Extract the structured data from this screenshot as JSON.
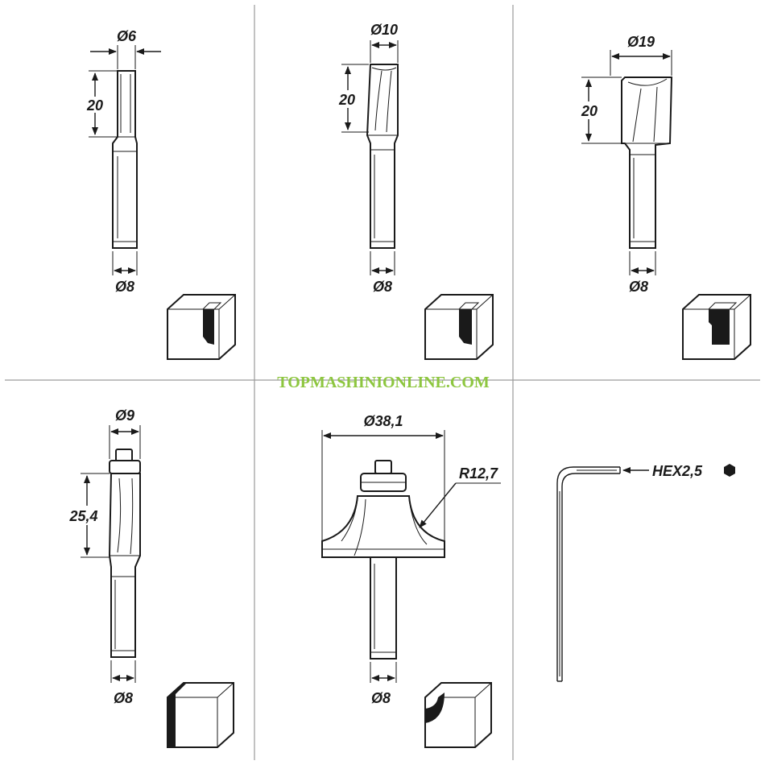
{
  "watermark": "TOPMASHINIONLINE.COM",
  "colors": {
    "line": "#1a1a1a",
    "grid": "#9a9a9a",
    "watermark": "#8dc63f"
  },
  "panels": [
    {
      "id": "straight-bit-6",
      "top_diameter": "Ø6",
      "height": "20",
      "shank": "Ø8",
      "profile": "slot"
    },
    {
      "id": "straight-bit-10",
      "top_diameter": "Ø10",
      "height": "20",
      "shank": "Ø8",
      "profile": "slot"
    },
    {
      "id": "straight-bit-19",
      "top_diameter": "Ø19",
      "height": "20",
      "shank": "Ø8",
      "profile": "wide-slot"
    },
    {
      "id": "flush-trim-bit",
      "top_diameter": "Ø9",
      "height": "25,4",
      "shank": "Ø8",
      "profile": "flush-edge"
    },
    {
      "id": "roundover-bit",
      "top_diameter": "Ø38,1",
      "radius": "R12,7",
      "shank": "Ø8",
      "profile": "rounded-edge"
    },
    {
      "id": "hex-key",
      "label": "HEX2,5",
      "icon": "hexagon-icon"
    }
  ]
}
